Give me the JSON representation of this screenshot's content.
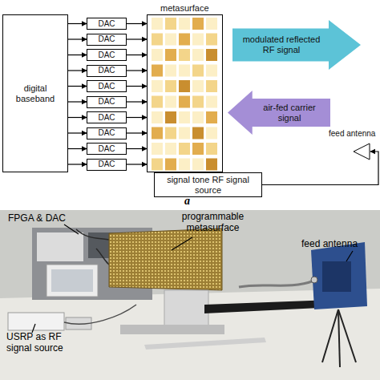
{
  "diagram": {
    "nodes": [
      {
        "text": [
          "digital baseband"
        ]
      },
      {
        "text": [
          "DAC"
        ]
      },
      {
        "text": [
          "DAC"
        ]
      },
      {
        "text": [
          "DAC"
        ]
      },
      {
        "text": [
          "DAC"
        ]
      },
      {
        "text": [
          "DAC"
        ]
      },
      {
        "text": [
          "DAC"
        ]
      },
      {
        "text": [
          "DAC"
        ]
      },
      {
        "text": [
          "DAC"
        ]
      },
      {
        "text": [
          "DAC"
        ]
      },
      {
        "text": [
          "DAC"
        ]
      },
      {
        "text": [
          "metasurface"
        ]
      },
      {
        "text": [
          "modulated reflected RF signal"
        ]
      },
      {
        "text": [
          "air-fed carrier signal"
        ]
      },
      {
        "text": [
          "feed antenna"
        ]
      },
      {
        "text": [
          "signal tone RF signal source"
        ]
      }
    ],
    "edges": [
      {
        "from": 0,
        "to": 1,
        "arrow": "to"
      },
      {
        "from": 0,
        "to": 2,
        "arrow": "to"
      },
      {
        "from": 0,
        "to": 3,
        "arrow": "to"
      },
      {
        "from": 0,
        "to": 4,
        "arrow": "to"
      },
      {
        "from": 0,
        "to": 5,
        "arrow": "to"
      },
      {
        "from": 0,
        "to": 6,
        "arrow": "to"
      },
      {
        "from": 0,
        "to": 7,
        "arrow": "to"
      },
      {
        "from": 0,
        "to": 8,
        "arrow": "to"
      },
      {
        "from": 0,
        "to": 9,
        "arrow": "to"
      },
      {
        "from": 0,
        "to": 10,
        "arrow": "to"
      },
      {
        "from": 1,
        "to": 11,
        "arrow": "to"
      },
      {
        "from": 2,
        "to": 11,
        "arrow": "to"
      },
      {
        "from": 3,
        "to": 11,
        "arrow": "to"
      },
      {
        "from": 4,
        "to": 11,
        "arrow": "to"
      },
      {
        "from": 5,
        "to": 11,
        "arrow": "to"
      },
      {
        "from": 6,
        "to": 11,
        "arrow": "to"
      },
      {
        "from": 7,
        "to": 11,
        "arrow": "to"
      },
      {
        "from": 8,
        "to": 11,
        "arrow": "to"
      },
      {
        "from": 9,
        "to": 11,
        "arrow": "to"
      },
      {
        "from": 10,
        "to": 11,
        "arrow": "to"
      },
      {
        "from": 15,
        "to": 14,
        "arrow": "to"
      }
    ],
    "labels": [
      "a",
      "FPGA & DAC",
      "programmable metasurface",
      "feed antenna",
      "USRP as RF signal source"
    ]
  }
}
